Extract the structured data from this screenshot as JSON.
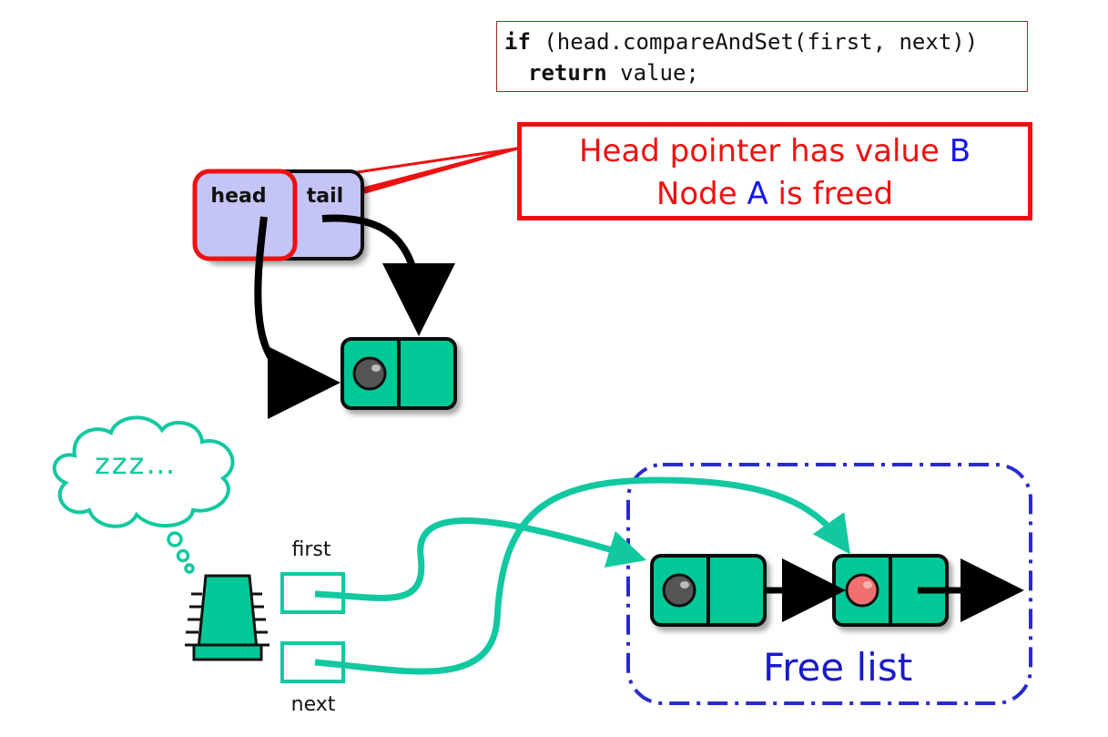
{
  "code": {
    "line1_keyword": "if",
    "line1_rest": " (head.compareAndSet(first, next))",
    "line2_keyword": "return",
    "line2_rest": " value;"
  },
  "callout": {
    "line1_text": "Head pointer has value ",
    "line1_highlight": "B",
    "line2_prefix": "Node ",
    "line2_highlight": "A",
    "line2_suffix": " is freed"
  },
  "queue": {
    "head_label": "head",
    "tail_label": "tail"
  },
  "thread": {
    "thought": "zzz…",
    "first_label": "first",
    "next_label": "next"
  },
  "free_list": {
    "label": "Free list"
  },
  "colors": {
    "node_fill": "#00c896",
    "thread_arrow": "#12c8a0",
    "highlight_red": "#ee1111",
    "highlight_blue": "#1515ee",
    "queue_fill": "#c4c4f6",
    "free_list_border": "#2a2acc"
  }
}
